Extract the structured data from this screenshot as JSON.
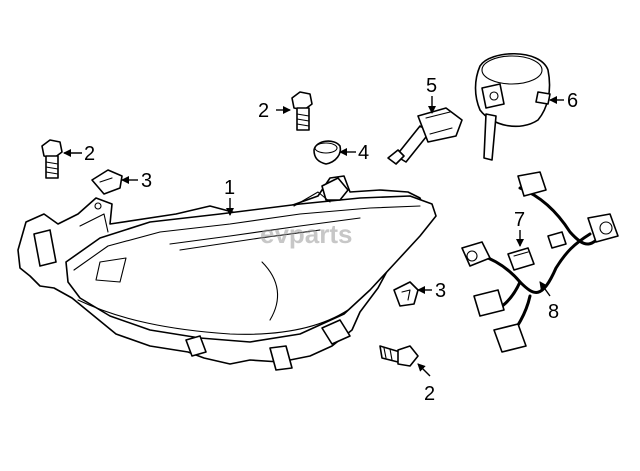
{
  "watermark": "evparts",
  "callouts": {
    "c1": "1",
    "c2a": "2",
    "c2b": "2",
    "c2c": "2",
    "c3a": "3",
    "c3b": "3",
    "c4": "4",
    "c5": "5",
    "c6": "6",
    "c7": "7",
    "c8": "8"
  }
}
